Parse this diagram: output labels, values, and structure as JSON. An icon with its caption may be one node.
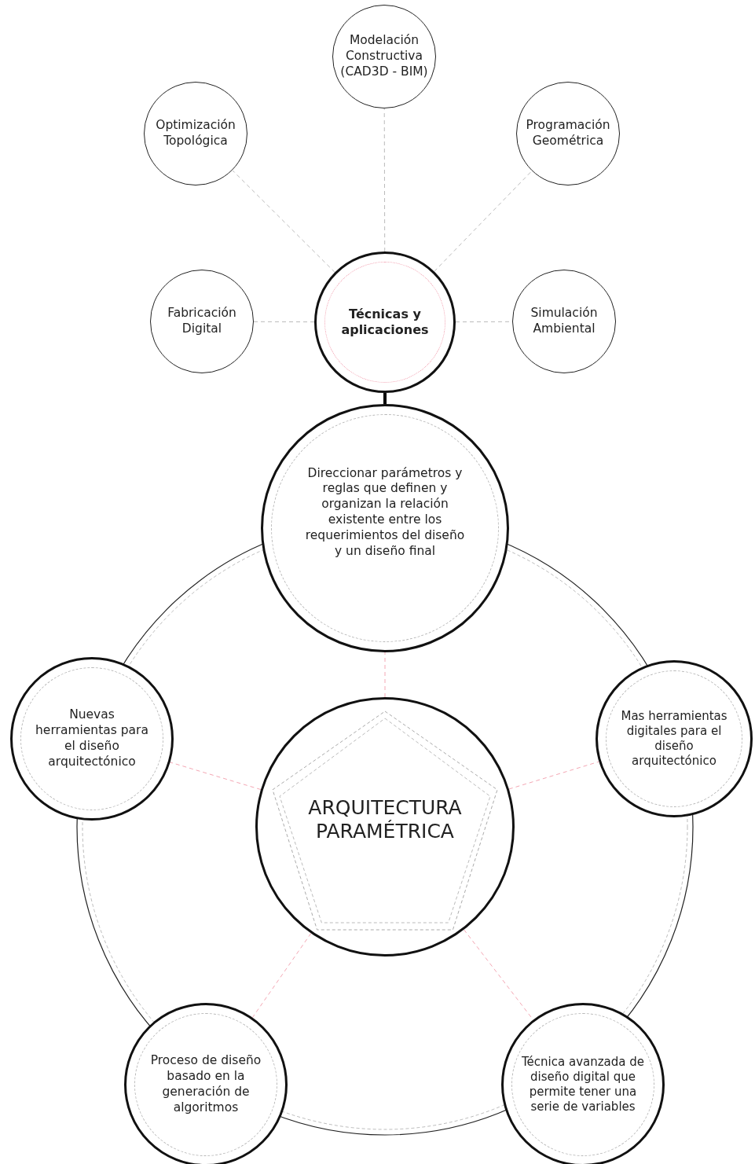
{
  "diagram": {
    "nodes": [
      {
        "text": [
          "Técnicas y aplicaciones"
        ]
      },
      {
        "text": [
          "Modelación Constructiva (CAD3D - BIM)"
        ]
      },
      {
        "text": [
          "Optimización Topológica"
        ]
      },
      {
        "text": [
          "Programación Geométrica"
        ]
      },
      {
        "text": [
          "Fabricación Digital"
        ]
      },
      {
        "text": [
          "Simulación Ambiental"
        ]
      },
      {
        "text": [
          "Direccionar parámetros y reglas que definen y organizan la relación existente entre los requerimientos del diseño y un diseño final"
        ]
      },
      {
        "text": [
          "Nuevas herramientas para el diseño arquitectónico"
        ]
      },
      {
        "text": [
          "Mas herramientas digitales para el diseño arquitectónico"
        ]
      },
      {
        "text": [
          "ARQUITECTURA PARAMÉTRICA"
        ]
      },
      {
        "text": [
          "Proceso de diseño basado en la generación de algoritmos"
        ]
      },
      {
        "text": [
          "Técnica avanzada de diseño digital que permite tener una serie de variables"
        ]
      }
    ],
    "edges": [
      {
        "from": 0,
        "to": 1,
        "arrow": "none",
        "style": "dashed"
      },
      {
        "from": 0,
        "to": 2,
        "arrow": "none",
        "style": "dashed"
      },
      {
        "from": 0,
        "to": 3,
        "arrow": "none",
        "style": "dashed"
      },
      {
        "from": 0,
        "to": 4,
        "arrow": "none",
        "style": "dashed"
      },
      {
        "from": 0,
        "to": 5,
        "arrow": "none",
        "style": "dashed"
      },
      {
        "from": 0,
        "to": 6,
        "arrow": "none",
        "style": "thick",
        "color": "#000000"
      },
      {
        "from": 9,
        "to": 6,
        "arrow": "none",
        "style": "dashed",
        "color": "#f4a7b4"
      },
      {
        "from": 9,
        "to": 7,
        "arrow": "none",
        "style": "dashed",
        "color": "#f4a7b4"
      },
      {
        "from": 9,
        "to": 8,
        "arrow": "none",
        "style": "dashed",
        "color": "#f4a7b4"
      },
      {
        "from": 9,
        "to": 10,
        "arrow": "none",
        "style": "dashed",
        "color": "#f4a7b4"
      },
      {
        "from": 9,
        "to": 11,
        "arrow": "none",
        "style": "dashed",
        "color": "#f4a7b4"
      }
    ]
  }
}
